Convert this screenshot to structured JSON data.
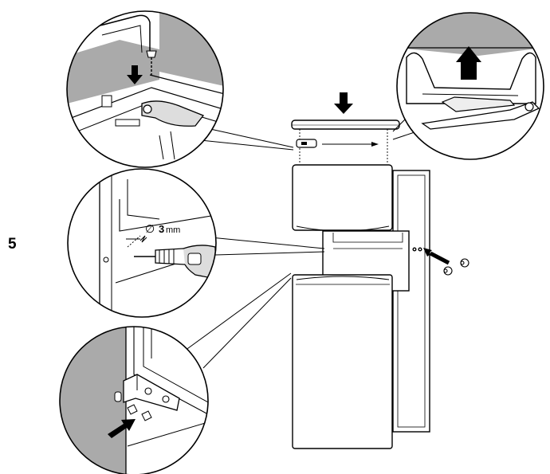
{
  "step": {
    "number": "5"
  },
  "drill_callout": {
    "diameter_symbol": "∅",
    "diameter_value": "3",
    "diameter_unit": "mm"
  },
  "colors": {
    "line": "#000000",
    "shading": "#aaaaaa",
    "background": "#ffffff"
  }
}
